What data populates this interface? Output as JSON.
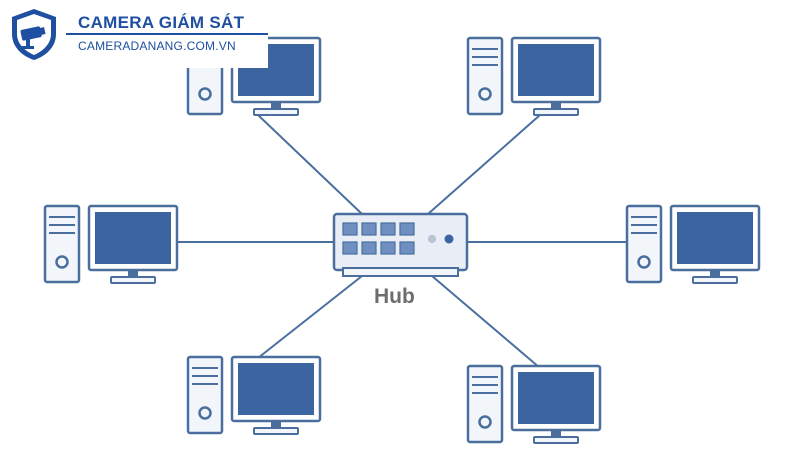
{
  "brand": {
    "title": "CAMERA GIÁM SÁT",
    "website": "CAMERADANANG.COM.VN"
  },
  "diagram": {
    "hub_label": "Hub",
    "nodes": [
      "computer-top-left",
      "computer-top-right",
      "computer-middle-left",
      "computer-middle-right",
      "computer-bottom-left",
      "computer-bottom-right"
    ],
    "topology": "star",
    "center": "hub"
  },
  "colors": {
    "line": "#4a6f9e",
    "screen": "#3c64a0",
    "case_fill": "#f2f5fa",
    "hub_fill": "#e9eef6",
    "port_fill": "#6e8fbf",
    "brand": "#1e4fa0"
  },
  "icons": [
    "shield-camera-icon",
    "computer-icon",
    "hub-icon"
  ]
}
